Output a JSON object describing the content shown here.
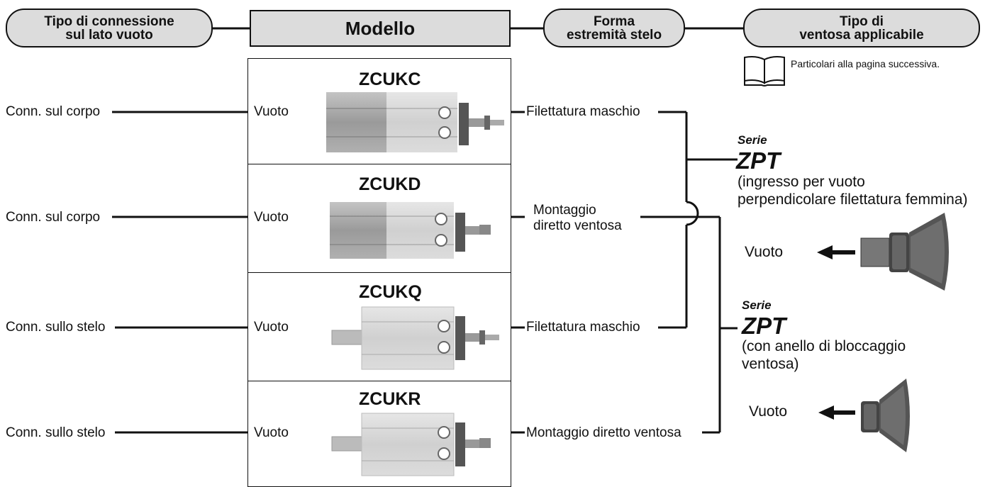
{
  "headers": {
    "connection_type": [
      "Tipo di connessione",
      "sul lato vuoto"
    ],
    "model": "Modello",
    "rod_end": [
      "Forma",
      "estremità stelo"
    ],
    "pad_type": [
      "Tipo di",
      "ventosa applicabile"
    ]
  },
  "note": "Particolari alla pagina successiva.",
  "rows": [
    {
      "connection": "Conn. sul corpo",
      "model": "ZCUKC",
      "vacuum": "Vuoto",
      "rod_end": "Filettatura maschio"
    },
    {
      "connection": "Conn. sul corpo",
      "model": "ZCUKD",
      "vacuum": "Vuoto",
      "rod_end": "Montaggio\ndiretto ventosa"
    },
    {
      "connection": "Conn. sullo stelo",
      "model": "ZCUKQ",
      "vacuum": "Vuoto",
      "rod_end": "Filettatura maschio"
    },
    {
      "connection": "Conn. sullo stelo",
      "model": "ZCUKR",
      "vacuum": "Vuoto",
      "rod_end": "Montaggio diretto ventosa"
    }
  ],
  "pads": [
    {
      "serie_label": "Serie",
      "serie_name": "ZPT",
      "description": "(ingresso per vuoto\nperpendicolare filettatura femmina)",
      "vacuum": "Vuoto"
    },
    {
      "serie_label": "Serie",
      "serie_name": "ZPT",
      "description": "(con anello di bloccaggio\nventosa)",
      "vacuum": "Vuoto"
    }
  ]
}
